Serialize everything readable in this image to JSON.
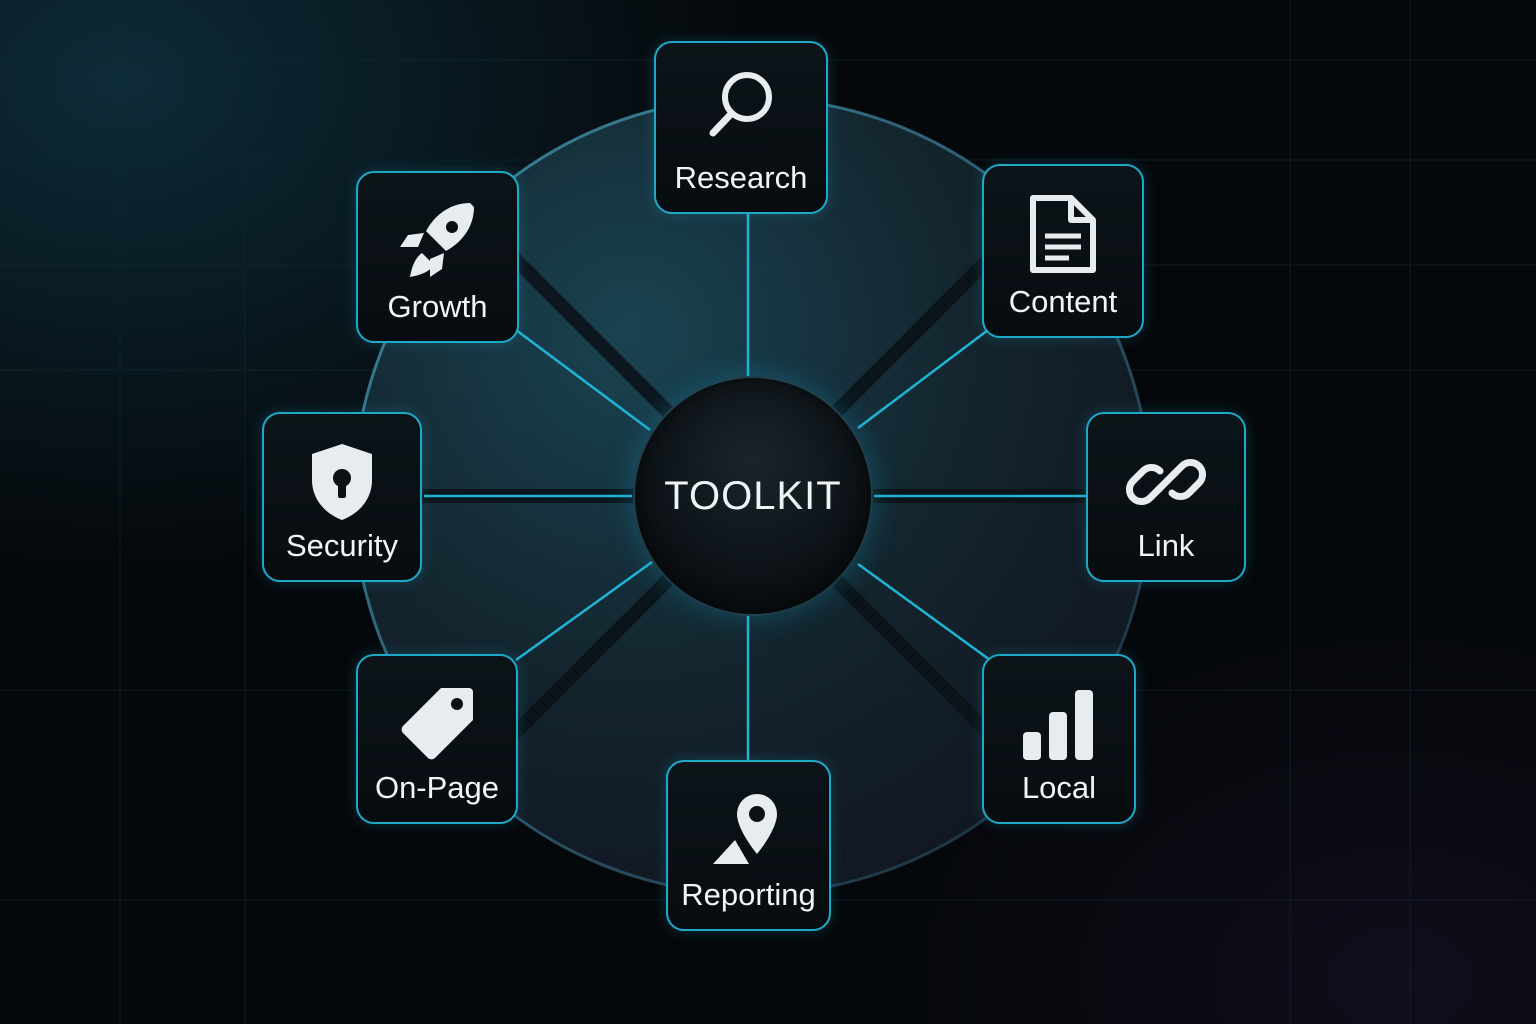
{
  "diagram": {
    "center_label": "TOOLKIT",
    "nodes": [
      {
        "id": "research",
        "label": "Research",
        "icon": "magnifier-icon"
      },
      {
        "id": "content",
        "label": "Content",
        "icon": "document-icon"
      },
      {
        "id": "link",
        "label": "Link",
        "icon": "chain-link-icon"
      },
      {
        "id": "local",
        "label": "Local",
        "icon": "bar-chart-icon"
      },
      {
        "id": "reporting",
        "label": "Reporting",
        "icon": "map-pin-icon"
      },
      {
        "id": "on_page",
        "label": "On-Page",
        "icon": "tag-icon"
      },
      {
        "id": "security",
        "label": "Security",
        "icon": "shield-lock-icon"
      },
      {
        "id": "growth",
        "label": "Growth",
        "icon": "rocket-icon"
      }
    ]
  },
  "colors": {
    "accent": "#1fa9c9",
    "background": "#05080b",
    "icon": "#e6ecef",
    "text": "#f2f5f7"
  }
}
